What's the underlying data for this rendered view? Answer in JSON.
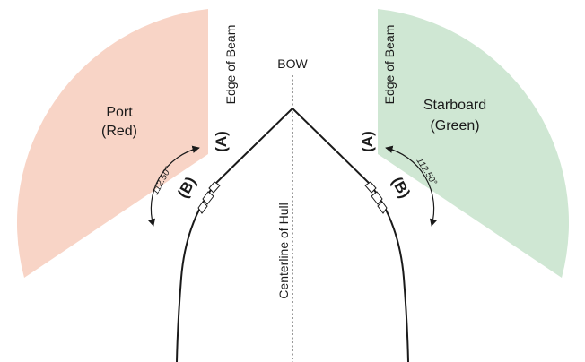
{
  "colors": {
    "port": "#f8d4c6",
    "starboard": "#cfe7d3",
    "line": "#1a1a1a",
    "centerline": "#555555",
    "background": "#ffffff"
  },
  "labels": {
    "bow": "BOW",
    "centerline": "Centerline of Hull",
    "port_name": "Port",
    "port_color": "(Red)",
    "starboard_name": "Starboard",
    "starboard_color": "(Green)",
    "edge_of_beam_left": "Edge of Beam",
    "edge_of_beam_right": "Edge of Beam",
    "marker_a_left": "(A)",
    "marker_a_right": "(A)",
    "marker_b_left": "(B)",
    "marker_b_right": "(B)",
    "angle_left": "112.50°",
    "angle_right": "112.50°"
  },
  "sectors": {
    "arc_degrees": 112.5
  }
}
